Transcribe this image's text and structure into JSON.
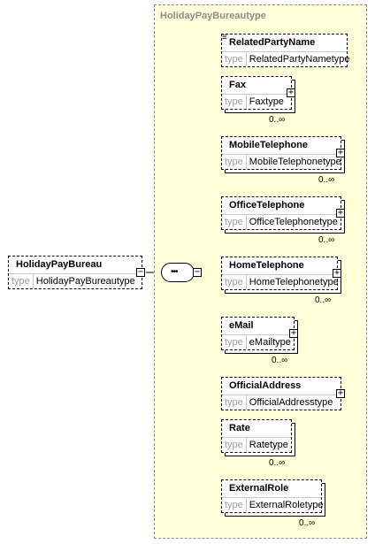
{
  "root": {
    "name": "HolidayPayBureau",
    "type_keyword": "type",
    "type": "HolidayPayBureautype",
    "collapse_symbol": "−"
  },
  "group": {
    "title": "HolidayPayBureautype"
  },
  "sequence": {
    "symbol": "•••"
  },
  "children": [
    {
      "name": "RelatedPartyName",
      "type_keyword": "type",
      "type": "RelatedPartyNametype",
      "cardinality": "",
      "expandable": false,
      "annotated": true,
      "expand_symbol": "+"
    },
    {
      "name": "Fax",
      "type_keyword": "type",
      "type": "Faxtype",
      "cardinality": "0..∞",
      "expandable": true,
      "expand_symbol": "+"
    },
    {
      "name": "MobileTelephone",
      "type_keyword": "type",
      "type": "MobileTelephonetype",
      "cardinality": "0..∞",
      "expandable": true,
      "expand_symbol": "+"
    },
    {
      "name": "OfficeTelephone",
      "type_keyword": "type",
      "type": "OfficeTelephonetype",
      "cardinality": "0..∞",
      "expandable": true,
      "expand_symbol": "+"
    },
    {
      "name": "HomeTelephone",
      "type_keyword": "type",
      "type": "HomeTelephonetype",
      "cardinality": "0..∞",
      "expandable": true,
      "expand_symbol": "+"
    },
    {
      "name": "eMail",
      "type_keyword": "type",
      "type": "eMailtype",
      "cardinality": "0..∞",
      "expandable": true,
      "expand_symbol": "+"
    },
    {
      "name": "OfficialAddress",
      "type_keyword": "type",
      "type": "OfficialAddresstype",
      "cardinality": "",
      "expandable": true,
      "expand_symbol": "+"
    },
    {
      "name": "Rate",
      "type_keyword": "type",
      "type": "Ratetype",
      "cardinality": "0..∞",
      "expandable": false,
      "expand_symbol": "+"
    },
    {
      "name": "ExternalRole",
      "type_keyword": "type",
      "type": "ExternalRoletype",
      "cardinality": "0..∞",
      "expandable": false,
      "expand_symbol": "+"
    }
  ],
  "colors": {
    "group_fill": "#ffffd9",
    "group_title": "#8c8c8c",
    "type_keyword": "#9c9c9c"
  }
}
